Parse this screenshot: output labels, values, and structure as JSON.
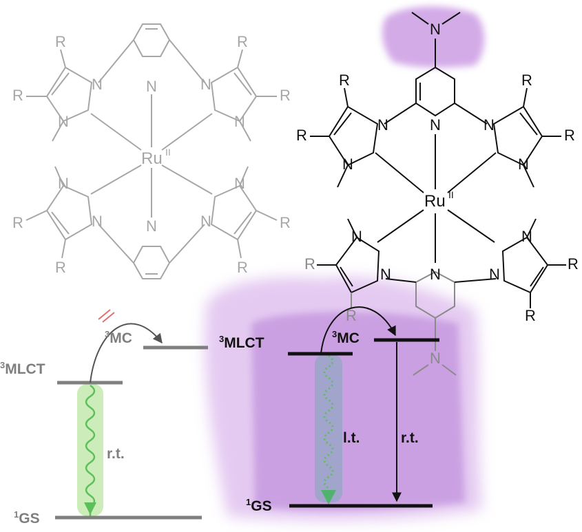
{
  "left_complex": {
    "metal": "Ru",
    "oxidation": "II",
    "atom_labels": [
      "R",
      "R",
      "R",
      "R",
      "N",
      "N",
      "N",
      "N",
      "N",
      "N",
      "N",
      "N",
      "N",
      "N",
      "R",
      "R",
      "R",
      "R"
    ]
  },
  "right_complex": {
    "metal": "Ru",
    "oxidation": "II",
    "atom_labels": [
      "N",
      "R",
      "R",
      "R",
      "R",
      "N",
      "N",
      "N",
      "N",
      "N",
      "N",
      "N",
      "N",
      "N",
      "N",
      "R",
      "R",
      "R",
      "R",
      "N"
    ]
  },
  "left_diagram": {
    "mlct": {
      "sup": "3",
      "text": "MLCT"
    },
    "mc": {
      "sup": "3",
      "text": "MC"
    },
    "gs": {
      "sup": "1",
      "text": "GS"
    },
    "emission_label": "r.t."
  },
  "right_diagram": {
    "mlct": {
      "sup": "3",
      "text": "MLCT"
    },
    "mc": {
      "sup": "3",
      "text": "MC"
    },
    "gs": {
      "sup": "1",
      "text": "GS"
    },
    "emission_label": "l.t.",
    "decay_label": "r.t."
  },
  "colors": {
    "grey": "#a6a6a6",
    "black": "#111111",
    "purple_highlight": "#c58fe0",
    "green_emission": "#5dbf5a",
    "red_block": "#e07070"
  }
}
